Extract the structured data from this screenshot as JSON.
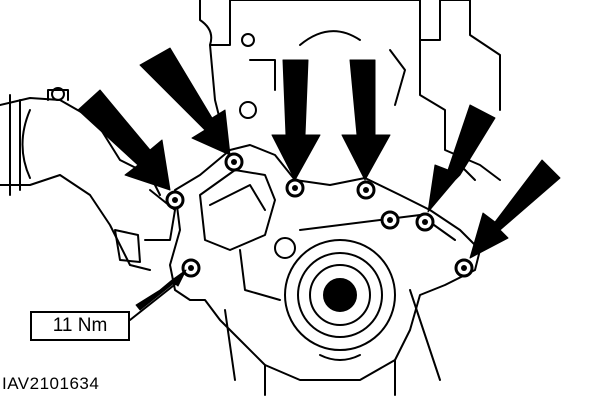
{
  "diagram": {
    "callout_label": "11 Nm",
    "reference_code": "IAV2101634",
    "colors": {
      "ink": "#000000",
      "paper": "#ffffff"
    },
    "bolt_count": 8,
    "arrow_count": 7
  }
}
